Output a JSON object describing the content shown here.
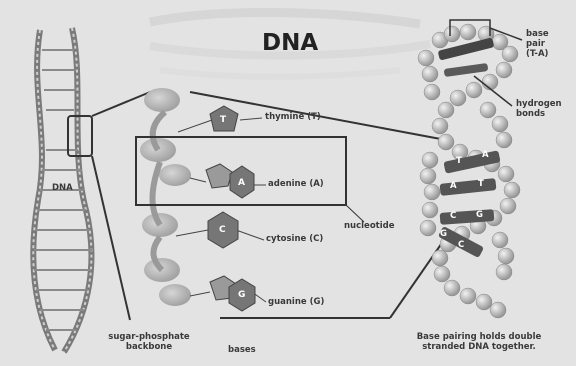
{
  "title": "DNA",
  "labels": {
    "dna": "DNA",
    "thymine": "thymine (T)",
    "adenine": "adenine (A)",
    "cytosine": "cytosine (C)",
    "guanine": "guanine (G)",
    "nucleotide": "nucleotide",
    "backbone_line1": "sugar-phosphate",
    "backbone_line2": "backbone",
    "bases": "bases",
    "base_pair_line1": "base",
    "base_pair_line2": "pair",
    "base_pair_line3": "(T-A)",
    "hydrogen_line1": "hydrogen",
    "hydrogen_line2": "bonds",
    "caption_line1": "Base pairing holds double",
    "caption_line2": "stranded DNA together."
  },
  "bases": [
    {
      "letter": "T"
    },
    {
      "letter": "A"
    },
    {
      "letter": "C"
    },
    {
      "letter": "G"
    }
  ],
  "rungs": [
    {
      "left": "T",
      "right": "A"
    },
    {
      "left": "A",
      "right": "T"
    },
    {
      "left": "C",
      "right": "G"
    },
    {
      "left": "G",
      "right": "C"
    }
  ]
}
